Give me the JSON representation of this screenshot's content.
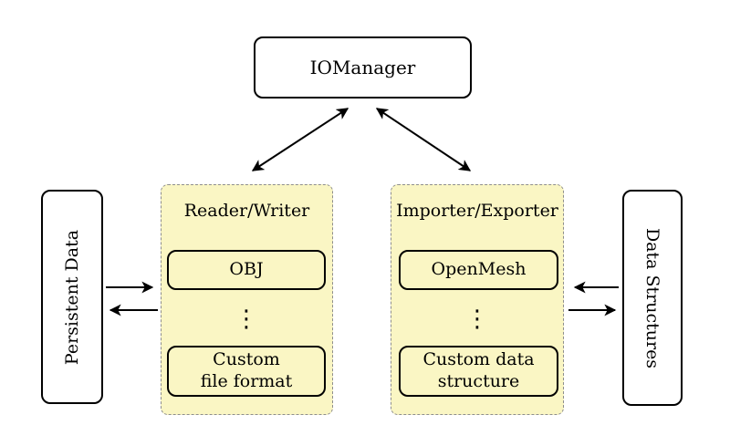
{
  "diagram": {
    "iomanager": {
      "label": "IOManager"
    },
    "persistent_data": {
      "label": "Persistent Data"
    },
    "data_structures": {
      "label": "Data Structures"
    },
    "reader_writer": {
      "title": "Reader/Writer",
      "top_item": "OBJ",
      "ellipsis": "⋮",
      "bottom_item": "Custom\nfile format"
    },
    "importer_exporter": {
      "title": "Importer/Exporter",
      "top_item": "OpenMesh",
      "ellipsis": "⋮",
      "bottom_item": "Custom data\nstructure"
    }
  },
  "colors": {
    "container_fill": "#FAF6C4",
    "container_border": "#8E8E8E",
    "node_border": "#000000",
    "node_fill": "#FFFFFF",
    "arrow": "#000000",
    "background": "#FFFFFF",
    "text": "#000000"
  }
}
